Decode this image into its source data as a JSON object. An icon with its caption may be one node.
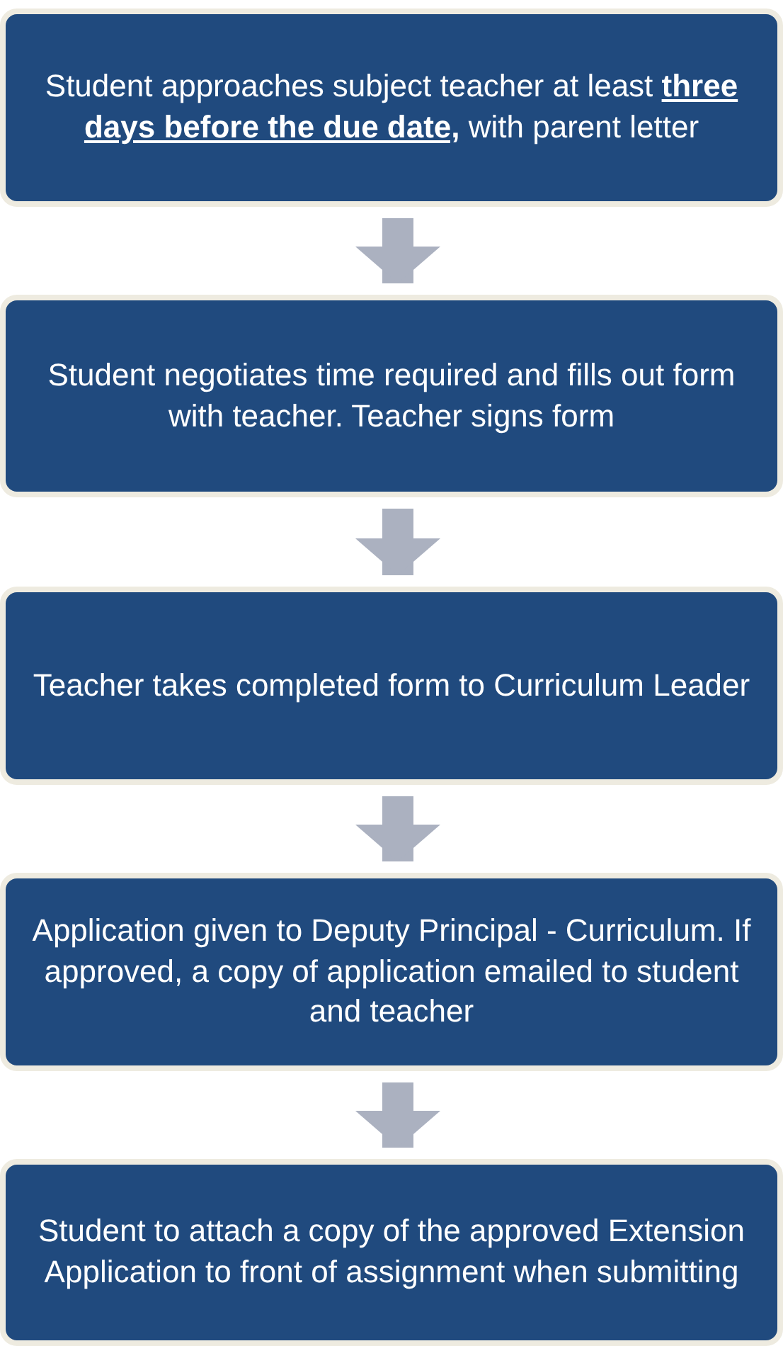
{
  "diagram": {
    "nodes": [
      {
        "text": [
          "Student approaches subject teacher at least **three days before the due date,** with parent letter"
        ]
      },
      {
        "text": [
          "Student negotiates time required and fills out form with teacher. Teacher signs form"
        ]
      },
      {
        "text": [
          "Teacher takes completed form to Curriculum Leader"
        ]
      },
      {
        "text": [
          "Application given to Deputy Principal - Curriculum. If approved, a copy of application emailed to student and teacher"
        ]
      },
      {
        "text": [
          "Student to attach a copy of the approved Extension Application to front of assignment when submitting"
        ]
      }
    ],
    "edges": [
      {
        "from": 0,
        "to": 1,
        "arrow": "to"
      },
      {
        "from": 1,
        "to": 2,
        "arrow": "to"
      },
      {
        "from": 2,
        "to": 3,
        "arrow": "to"
      },
      {
        "from": 3,
        "to": 4,
        "arrow": "to"
      }
    ]
  }
}
